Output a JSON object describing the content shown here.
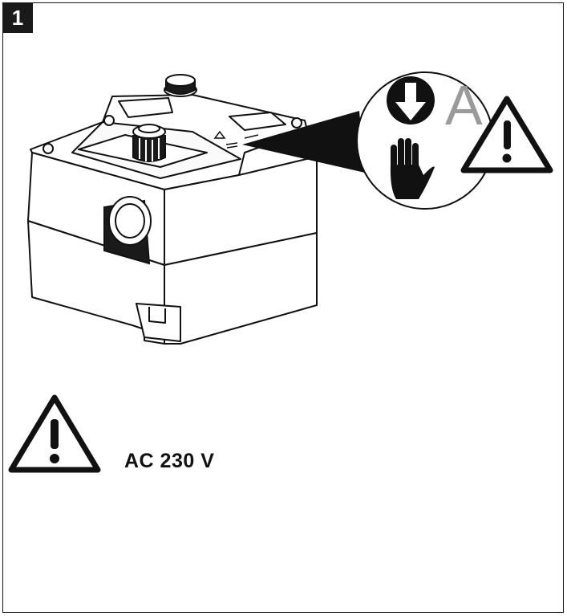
{
  "step": {
    "number": "1"
  },
  "callout": {
    "letter": "A"
  },
  "warning": {
    "voltage_label": "AC 230 V"
  },
  "colors": {
    "ink": "#111111",
    "housing_fill": "#ffffff",
    "dark_fill": "#1a1a1a",
    "letter_gray": "#9a9a9a"
  },
  "icons": [
    "warning-triangle-icon",
    "arrow-down-circle-icon",
    "hand-icon"
  ]
}
